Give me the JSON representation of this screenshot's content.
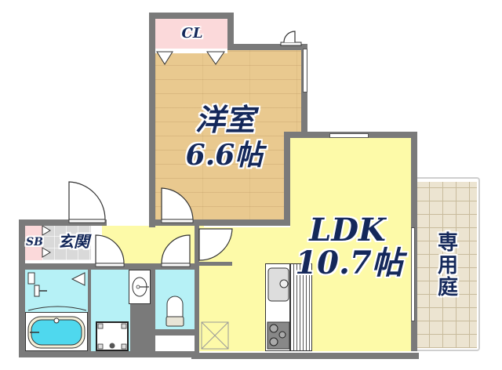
{
  "floor_plan": {
    "rooms": {
      "closet": {
        "label": "CL"
      },
      "western_room": {
        "label": "洋室",
        "size": "6.6帖"
      },
      "ldk": {
        "label": "LDK",
        "size": "10.7帖"
      },
      "private_garden": {
        "label": "専用庭"
      },
      "shoe_box": {
        "label": "SB"
      },
      "entrance": {
        "label": "玄関"
      }
    },
    "colors": {
      "wall": "#7a7a7a",
      "ldk_floor": "#fdfaa8",
      "wood_floor": "#e9c98f",
      "wet_area": "#b6f1f6",
      "closet": "#fbd9da",
      "garden_tile": "#ece4d1",
      "label_text": "#14285a"
    }
  }
}
